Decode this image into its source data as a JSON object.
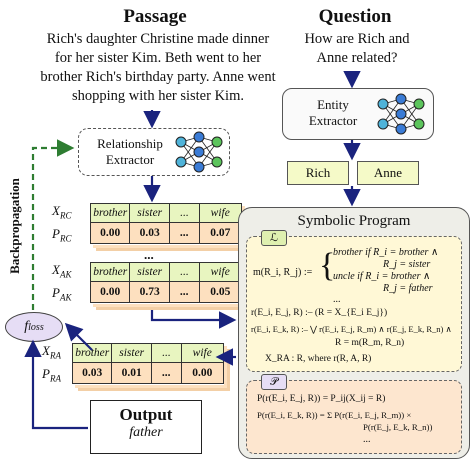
{
  "passage": {
    "title": "Passage",
    "lines": [
      "Rich's daughter Christine made dinner",
      "for her sister Kim. Beth went to her",
      "brother Rich's birthday party. Anne went",
      "shopping with her sister Kim."
    ]
  },
  "question": {
    "title": "Question",
    "lines": [
      "How are Rich and",
      "Anne related?"
    ]
  },
  "entity_extractor": {
    "line1": "Entity",
    "line2": "Extractor"
  },
  "relationship_extractor": {
    "line1": "Relationship",
    "line2": "Extractor"
  },
  "entities": [
    "Rich",
    "Anne"
  ],
  "backprop_label": "Backpropagation",
  "loss_label": "f",
  "loss_sub": "loss",
  "tables": [
    {
      "x_label": "X",
      "x_sub": "RC",
      "p_label": "P",
      "p_sub": "RC",
      "relations": [
        "brother",
        "sister",
        "...",
        "wife"
      ],
      "probs": [
        "0.00",
        "0.03",
        "...",
        "0.07"
      ]
    },
    {
      "x_label": "X",
      "x_sub": "AK",
      "p_label": "P",
      "p_sub": "AK",
      "relations": [
        "brother",
        "sister",
        "...",
        "wife"
      ],
      "probs": [
        "0.00",
        "0.73",
        "...",
        "0.05"
      ]
    },
    {
      "x_label": "X",
      "x_sub": "RA",
      "p_label": "P",
      "p_sub": "RA",
      "relations": [
        "brother",
        "sister",
        "...",
        "wife"
      ],
      "probs": [
        "0.03",
        "0.01",
        "...",
        "0.00"
      ]
    }
  ],
  "ellipsis_between_tables": "...",
  "output": {
    "title": "Output",
    "value": "father"
  },
  "symbolic_program": {
    "title": "Symbolic Program",
    "tag_L": "ℒ",
    "tag_P": "𝒫",
    "rules_L": [
      "brother  if  R_i = brother ∧",
      "R_j = sister",
      "uncle  if  R_i = brother ∧",
      "R_j = father",
      "... ",
      "r(E_i, E_j, R) :– (R = X_{E_i E_j})",
      "r(E_i, E_k, R) :– ⋁ r(E_i, E_j, R_m) ∧ r(E_j, E_k, R_n) ∧",
      "R = m(R_m, R_n)",
      "X_RA : R, where r(R, A, R)"
    ],
    "rule_lhs_m": "m(R_i, R_j) :=",
    "rules_P": [
      "P(r(E_i, E_j, R)) = P_ij(X_ij = R)",
      "P(r(E_i, E_k, R)) = Σ P(r(E_i, E_j, R_m)) ×",
      "P(r(E_j, E_k, R_n))",
      "..."
    ]
  },
  "colors": {
    "green_cell": "#e8f5c0",
    "peach_cell": "#fde0bf",
    "dark_blue_arrow": "#1a237e",
    "green_dashed_arrow": "#2e7d32",
    "loss_fill": "#e6ddf5",
    "symbolic_bg": "#eeeee8",
    "rule_L_bg": "#fff8d6",
    "rule_P_bg": "#fde6cf"
  }
}
